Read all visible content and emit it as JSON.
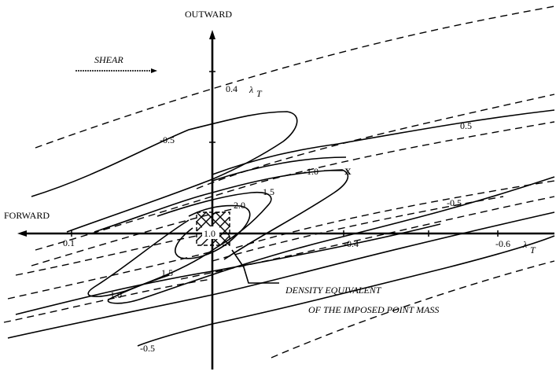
{
  "axes": {
    "vertical_label": "OUTWARD",
    "horizontal_label": "FORWARD",
    "vertical_tick": "0.4",
    "vertical_unit": "λ",
    "vertical_unit_sub": "T",
    "horizontal_ticks": [
      "0.1",
      "-0.4",
      "-0.6"
    ],
    "horizontal_unit": "λ",
    "horizontal_unit_sub": "T"
  },
  "shear": {
    "label": "SHEAR"
  },
  "contour_labels": {
    "upper_left": "-0.5",
    "upper_right": "0.5",
    "minus_one": "-1.0",
    "marker": "X",
    "minus_one_five": "-1.5",
    "two": "2.0",
    "center": "1.0",
    "right_mid": "-0.5",
    "lower_one_five": "1.5",
    "lower_one": "1.0",
    "bottom": "-0.5"
  },
  "annotation": {
    "line1": "DENSITY EQUIVALENT",
    "line2": "OF THE IMPOSED POINT MASS"
  }
}
